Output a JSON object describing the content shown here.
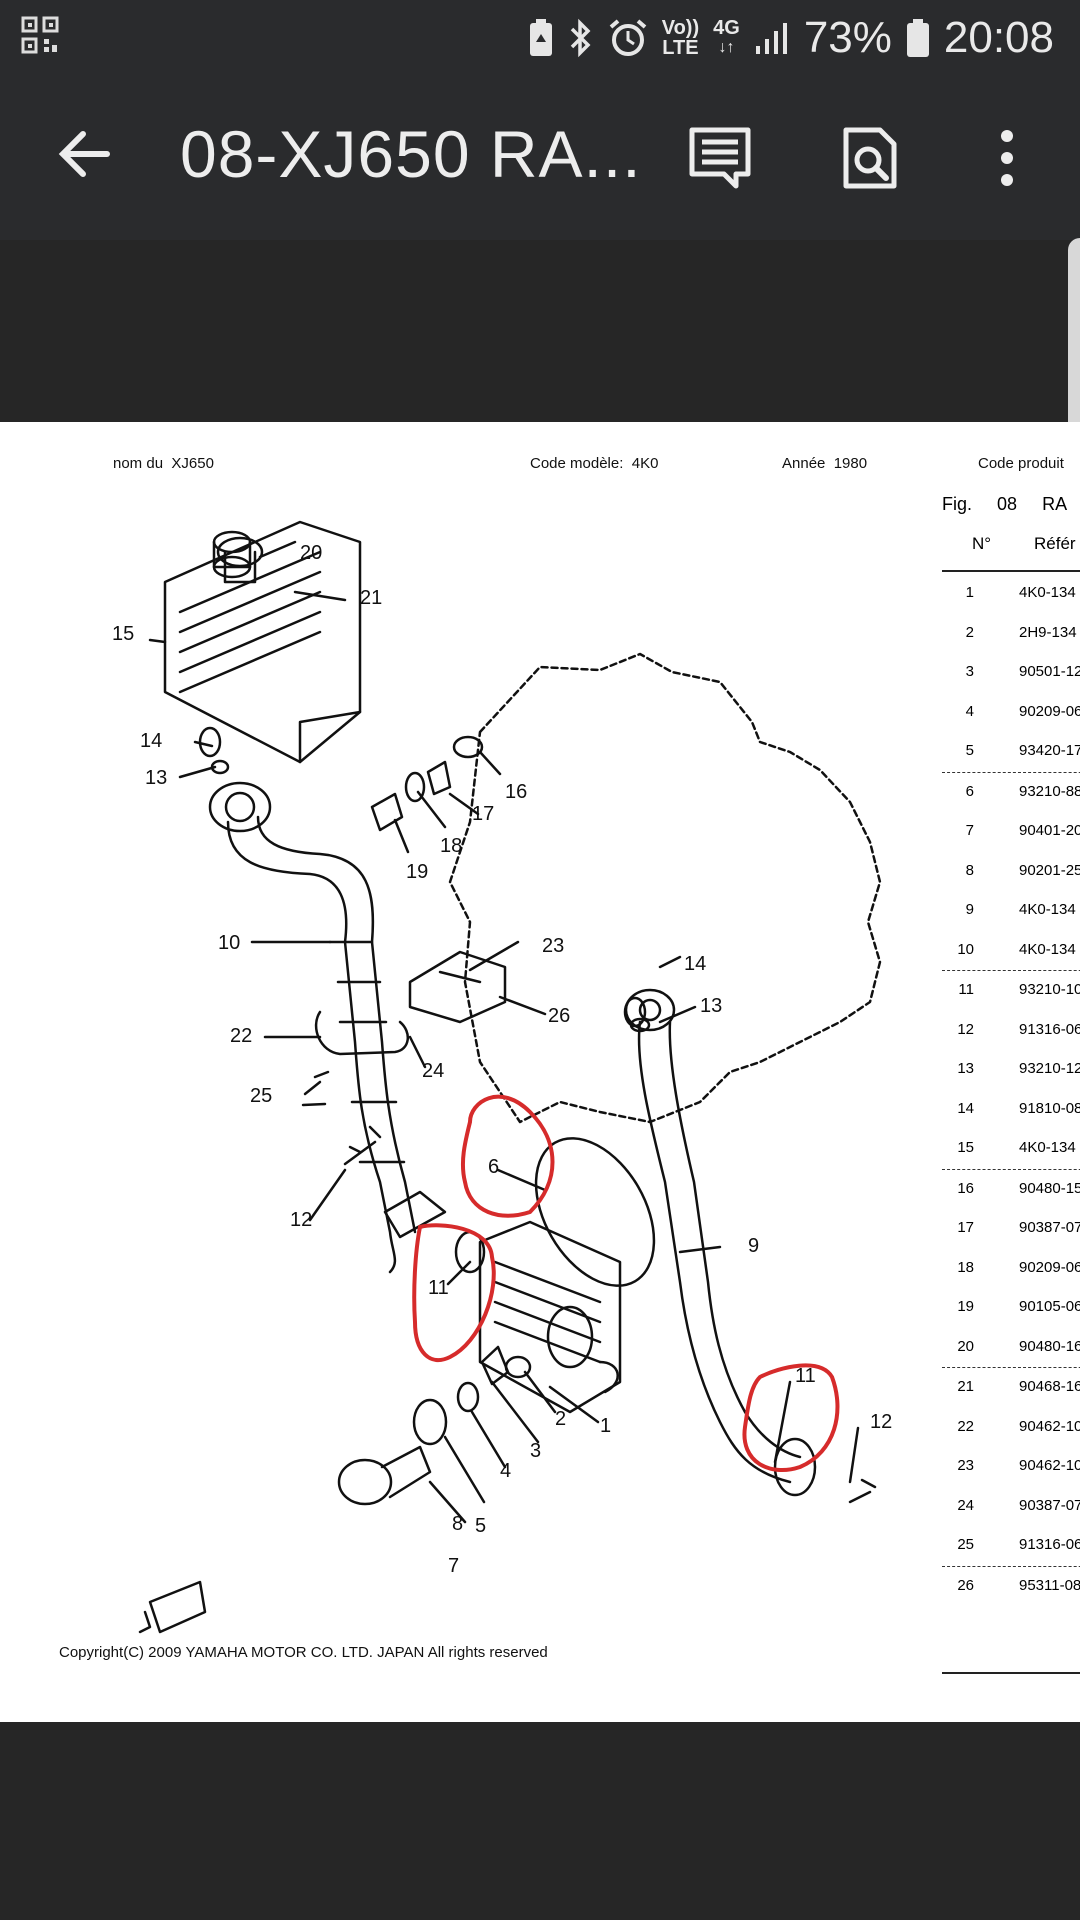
{
  "status_bar": {
    "icons": [
      "qr-icon",
      "battery-saver-icon",
      "bluetooth-icon",
      "alarm-icon",
      "volte-icon",
      "4g-icon",
      "signal-icon",
      "battery-icon"
    ],
    "volte_top": "Vo))",
    "volte_bottom": "LTE",
    "network": "4G",
    "battery_percent": "73%",
    "time": "20:08"
  },
  "app_bar": {
    "title": "08-XJ650 RA...",
    "actions": [
      "comment-icon",
      "search-document-icon",
      "more-vert-icon"
    ]
  },
  "document": {
    "header_left_label": "nom du",
    "header_left_value": "XJ650",
    "header_mid_label": "Code modèle:",
    "header_mid_value": "4K0",
    "header_year_label": "Année",
    "header_year_value": "1980",
    "header_right": "Code produit",
    "fig_label": "Fig.",
    "fig_number": "08",
    "fig_suffix": "RA",
    "col_number": "N°",
    "col_reference": "Référ",
    "parts": [
      {
        "n": "1",
        "code": "4K0-134"
      },
      {
        "n": "2",
        "code": "2H9-134"
      },
      {
        "n": "3",
        "code": "90501-12"
      },
      {
        "n": "4",
        "code": "90209-06"
      },
      {
        "n": "5",
        "code": "93420-17"
      },
      {
        "n": "6",
        "code": "93210-88"
      },
      {
        "n": "7",
        "code": "90401-20"
      },
      {
        "n": "8",
        "code": "90201-25"
      },
      {
        "n": "9",
        "code": "4K0-134"
      },
      {
        "n": "10",
        "code": "4K0-134"
      },
      {
        "n": "11",
        "code": "93210-10"
      },
      {
        "n": "12",
        "code": "91316-06"
      },
      {
        "n": "13",
        "code": "93210-12"
      },
      {
        "n": "14",
        "code": "91810-08"
      },
      {
        "n": "15",
        "code": "4K0-134"
      },
      {
        "n": "16",
        "code": "90480-15"
      },
      {
        "n": "17",
        "code": "90387-07"
      },
      {
        "n": "18",
        "code": "90209-06"
      },
      {
        "n": "19",
        "code": "90105-06"
      },
      {
        "n": "20",
        "code": "90480-16"
      },
      {
        "n": "21",
        "code": "90468-16"
      },
      {
        "n": "22",
        "code": "90462-10"
      },
      {
        "n": "23",
        "code": "90462-10"
      },
      {
        "n": "24",
        "code": "90387-07"
      },
      {
        "n": "25",
        "code": "91316-06"
      },
      {
        "n": "26",
        "code": "95311-08"
      }
    ],
    "callouts": [
      "20",
      "21",
      "15",
      "14",
      "13",
      "16",
      "17",
      "18",
      "19",
      "10",
      "23",
      "26",
      "14",
      "13",
      "22",
      "24",
      "25",
      "12",
      "6",
      "9",
      "11",
      "2",
      "1",
      "3",
      "4",
      "5",
      "8",
      "7",
      "11",
      "12"
    ],
    "copyright": "Copyright(C) 2009 YAMAHA MOTOR CO. LTD. JAPAN All rights reserved"
  }
}
